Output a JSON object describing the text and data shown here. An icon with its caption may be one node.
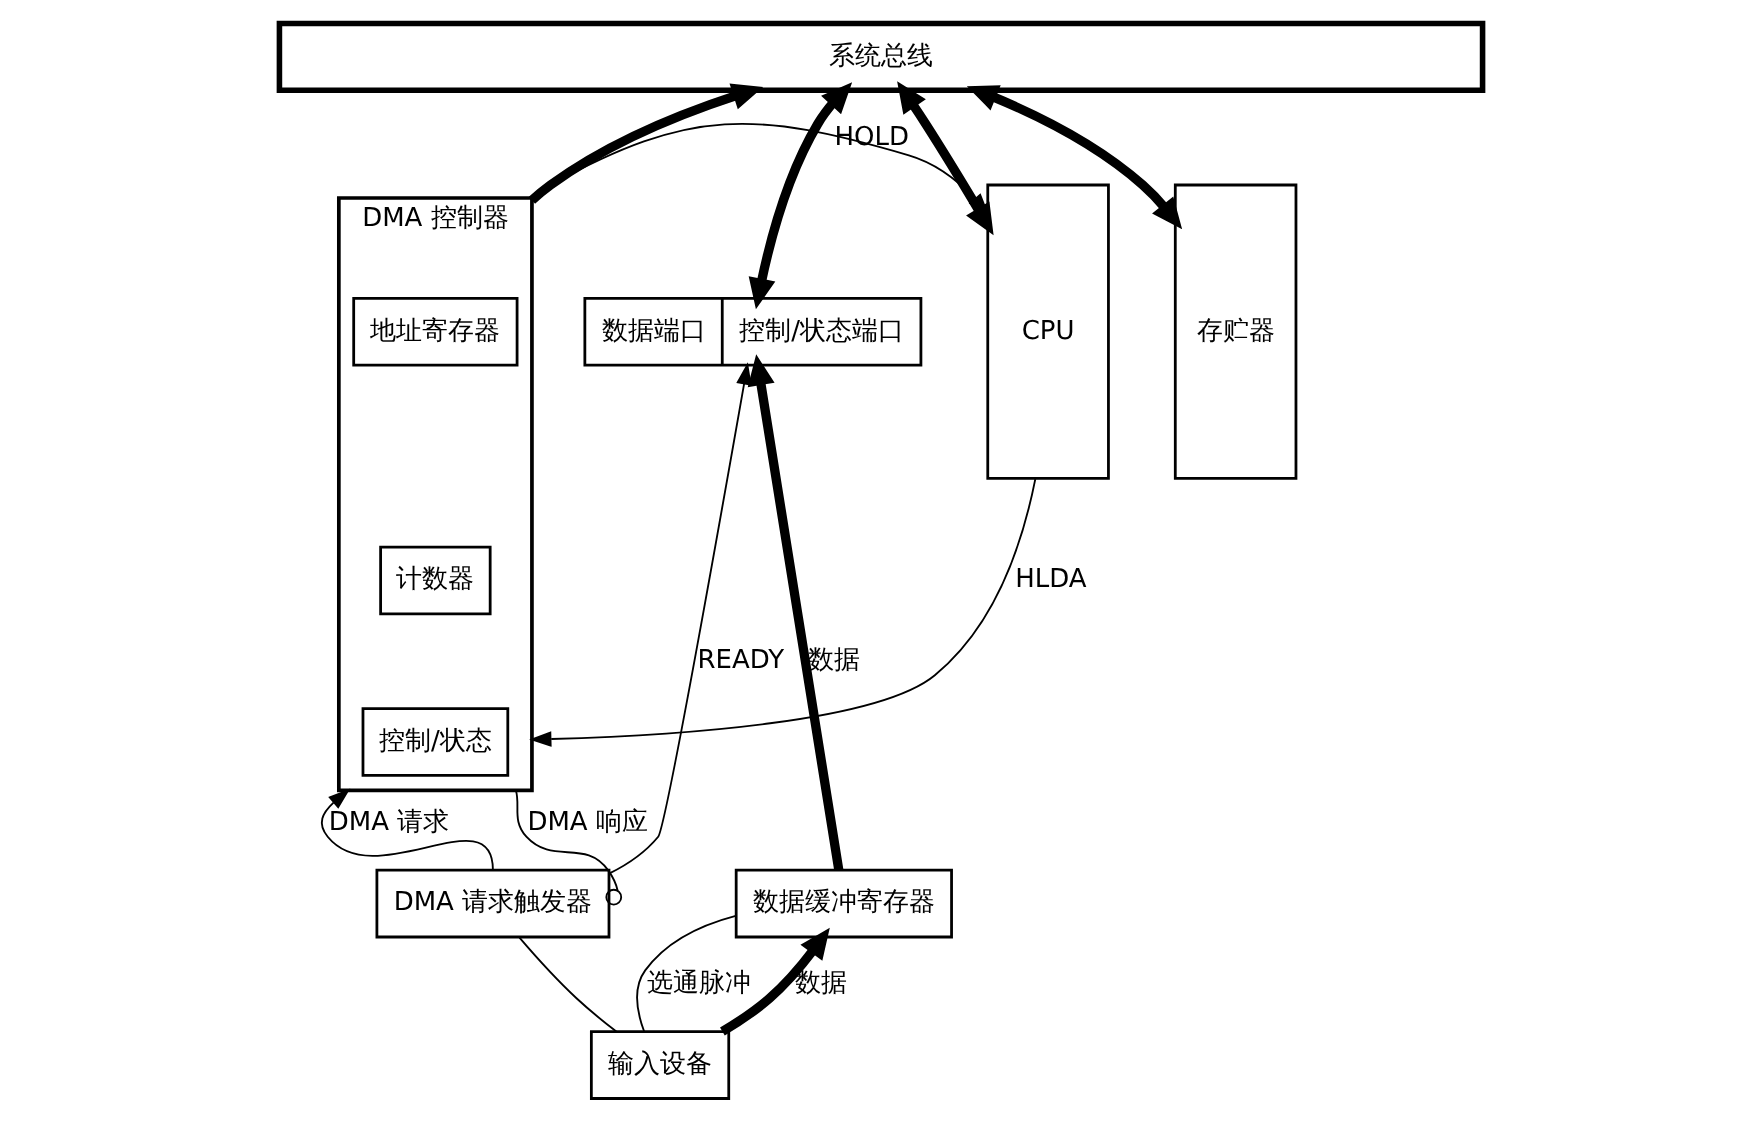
{
  "diagram": {
    "nodes": [
      {
        "text": [
          "系统总线"
        ]
      },
      {
        "text": [
          "数据端口",
          "控制/状态端口"
        ]
      },
      {
        "text": [
          "DMA 控制器"
        ]
      },
      {
        "text": [
          "地址寄存器"
        ],
        "in": 2
      },
      {
        "text": [
          "计数器"
        ],
        "in": 2
      },
      {
        "text": [
          "控制/状态"
        ],
        "in": 2
      },
      {
        "text": [
          "CPU"
        ]
      },
      {
        "text": [
          "存贮器"
        ]
      },
      {
        "text": [
          "数据缓冲寄存器"
        ]
      },
      {
        "text": [
          "DMA 请求触发器"
        ]
      },
      {
        "text": [
          "输入设备"
        ]
      }
    ],
    "edges": [
      {
        "from": 0,
        "to": 1,
        "arrow": "both",
        "style": "thick"
      },
      {
        "from": 2,
        "to": 0,
        "arrow": "to",
        "style": "thick"
      },
      {
        "from": 0,
        "to": 6,
        "arrow": "both",
        "style": "thick"
      },
      {
        "from": 0,
        "to": 7,
        "arrow": "both",
        "style": "thick"
      },
      {
        "from": 2,
        "to": 6,
        "arrow": "to",
        "label": "HOLD"
      },
      {
        "from": 6,
        "to": 2,
        "arrow": "to",
        "label": "HLDA"
      },
      {
        "from": 8,
        "to": 1,
        "arrow": "to",
        "style": "thick",
        "label": "数据"
      },
      {
        "from": 9,
        "to": 1,
        "arrow": "to",
        "label": "READY"
      },
      {
        "from": 9,
        "to": 2,
        "arrow": "to",
        "label": "DMA 请求"
      },
      {
        "from": 2,
        "to": 9,
        "arrow": "other",
        "label": "DMA 响应"
      },
      {
        "from": 10,
        "to": 8,
        "arrow": "to",
        "style": "thick",
        "label": "数据"
      },
      {
        "from": 10,
        "to": 8,
        "arrow": "none",
        "label": "选通脉冲"
      },
      {
        "from": 10,
        "to": 9,
        "arrow": "none"
      }
    ]
  }
}
